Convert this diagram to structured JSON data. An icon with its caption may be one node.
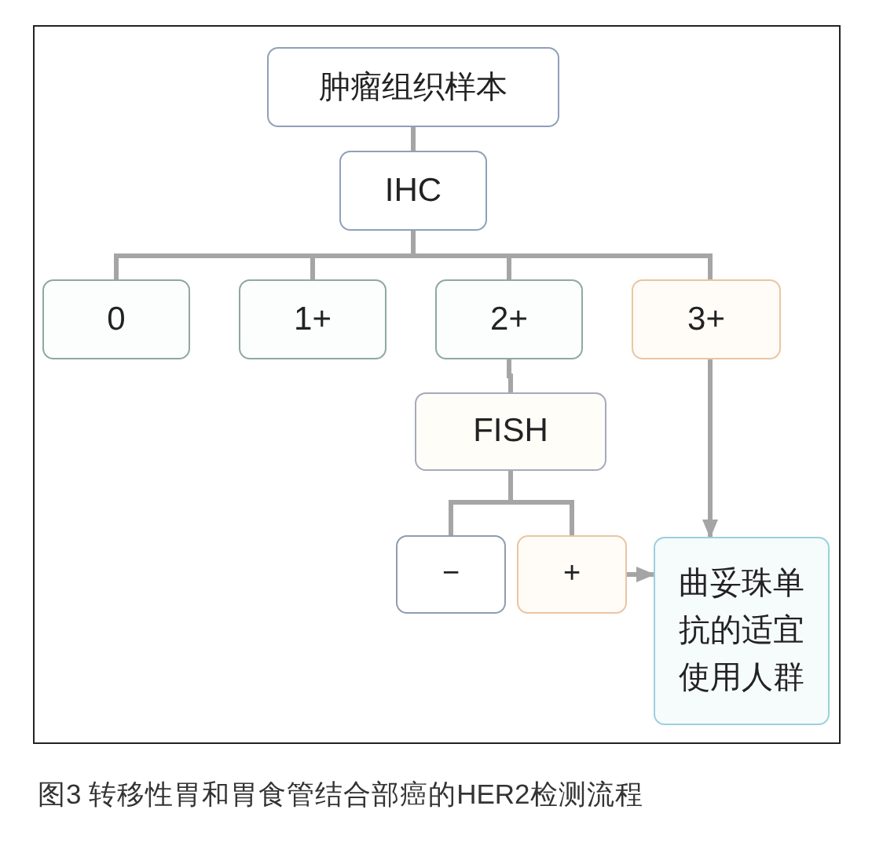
{
  "diagram": {
    "caption": "图3 转移性胃和胃食管结合部癌的HER2检测流程",
    "nodes": [
      {
        "text": [
          "肿瘤组织样本"
        ]
      },
      {
        "text": [
          "IHC"
        ]
      },
      {
        "text": [
          "0"
        ]
      },
      {
        "text": [
          "1+"
        ]
      },
      {
        "text": [
          "2+"
        ]
      },
      {
        "text": [
          "3+"
        ]
      },
      {
        "text": [
          "FISH"
        ]
      },
      {
        "text": [
          "−"
        ]
      },
      {
        "text": [
          "+"
        ]
      },
      {
        "text": [
          "曲妥珠单抗的适宜使用人群"
        ]
      }
    ],
    "edges": [
      {
        "from": 0,
        "to": 1,
        "arrow": "none"
      },
      {
        "from": 1,
        "to": 2,
        "arrow": "none"
      },
      {
        "from": 1,
        "to": 3,
        "arrow": "none"
      },
      {
        "from": 1,
        "to": 4,
        "arrow": "none"
      },
      {
        "from": 1,
        "to": 5,
        "arrow": "none"
      },
      {
        "from": 4,
        "to": 6,
        "arrow": "none"
      },
      {
        "from": 6,
        "to": 7,
        "arrow": "none"
      },
      {
        "from": 6,
        "to": 8,
        "arrow": "none"
      },
      {
        "from": 5,
        "to": 9,
        "arrow": "to"
      },
      {
        "from": 8,
        "to": 9,
        "arrow": "to"
      }
    ]
  }
}
